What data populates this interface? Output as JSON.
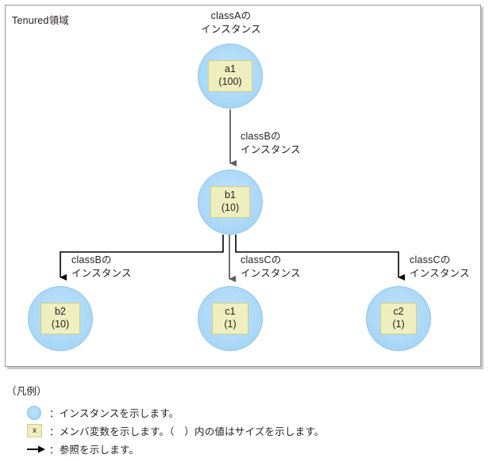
{
  "frame": {
    "label": "Tenured領域"
  },
  "nodes": [
    {
      "id": "a1",
      "caption": [
        "classAの",
        "インスタンス"
      ],
      "member_name": "a1",
      "member_size": "(100)"
    },
    {
      "id": "b1",
      "caption": [
        "classBの",
        "インスタンス"
      ],
      "member_name": "b1",
      "member_size": "(10)"
    },
    {
      "id": "b2",
      "caption": [
        "classBの",
        "インスタンス"
      ],
      "member_name": "b2",
      "member_size": "(10)"
    },
    {
      "id": "c1",
      "caption": [
        "classCの",
        "インスタンス"
      ],
      "member_name": "c1",
      "member_size": "(1)"
    },
    {
      "id": "c2",
      "caption": [
        "classCの",
        "インスタンス"
      ],
      "member_name": "c2",
      "member_size": "(1)"
    }
  ],
  "legend": {
    "title": "（凡例）",
    "rows": [
      {
        "icon": "instance-circle",
        "text": "：インスタンスを示します。"
      },
      {
        "icon": "member-box",
        "icon_label": "x",
        "text": "：メンバ変数を示します。（　）内の値はサイズを示します。"
      },
      {
        "icon": "reference-arrow",
        "text": "：参照を示します。"
      }
    ]
  },
  "colors": {
    "instance_fill": "#addcf7",
    "instance_stroke": "#8fc6ee",
    "member_fill": "#eeeebe",
    "member_stroke": "#cfcf86",
    "edge": "#6e6e6e",
    "frame_stroke": "#9a9a9a",
    "text": "#231f20"
  }
}
